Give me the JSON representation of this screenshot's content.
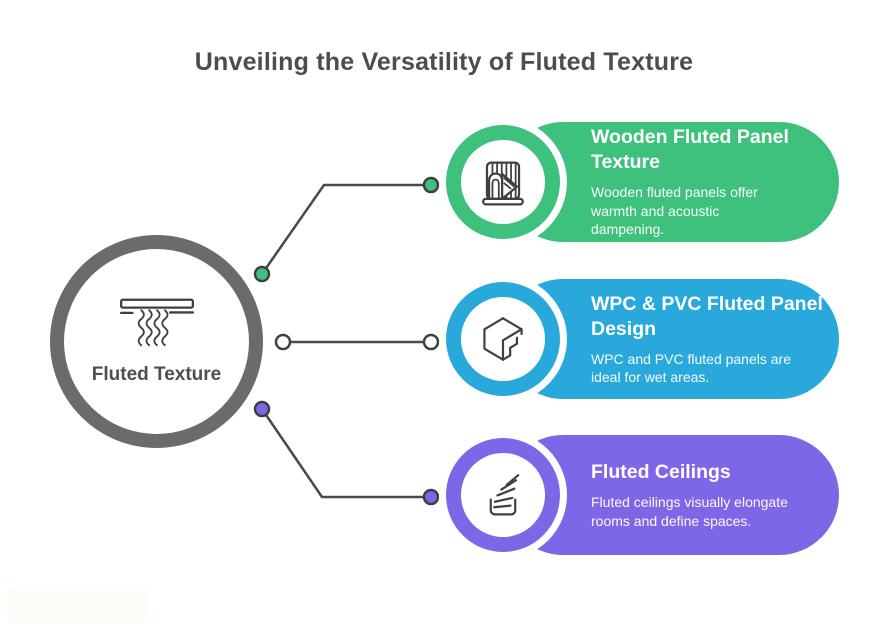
{
  "title": "Unveiling the Versatility of Fluted Texture",
  "center": {
    "label": "Fluted Texture",
    "icon": "ceiling-drapes-icon",
    "ring_color": "#6b6b6b"
  },
  "colors": {
    "green": "#3ec17c",
    "blue": "#29a9db",
    "purple": "#7e67e6",
    "connector_line": "#4a4a4a",
    "title_text": "#4d4d4d"
  },
  "connectors": [
    {
      "name": "top",
      "dot_color": "#3ec17c"
    },
    {
      "name": "middle",
      "dot_color": "#ffffff"
    },
    {
      "name": "bottom",
      "dot_color": "#7e67e6"
    }
  ],
  "cards": [
    {
      "accent": "#3ec17c",
      "icon": "wood-panel-icon",
      "title": "Wooden Fluted Panel Texture",
      "description": "Wooden fluted panels offer warmth and acoustic dampening."
    },
    {
      "accent": "#29a9db",
      "icon": "cube-icon",
      "title": "WPC & PVC Fluted Panel Design",
      "description": "WPC and PVC fluted panels are ideal for wet areas."
    },
    {
      "accent": "#7e67e6",
      "icon": "fan-lines-icon",
      "title": "Fluted Ceilings",
      "description": "Fluted ceilings visually elongate rooms and define spaces."
    }
  ]
}
